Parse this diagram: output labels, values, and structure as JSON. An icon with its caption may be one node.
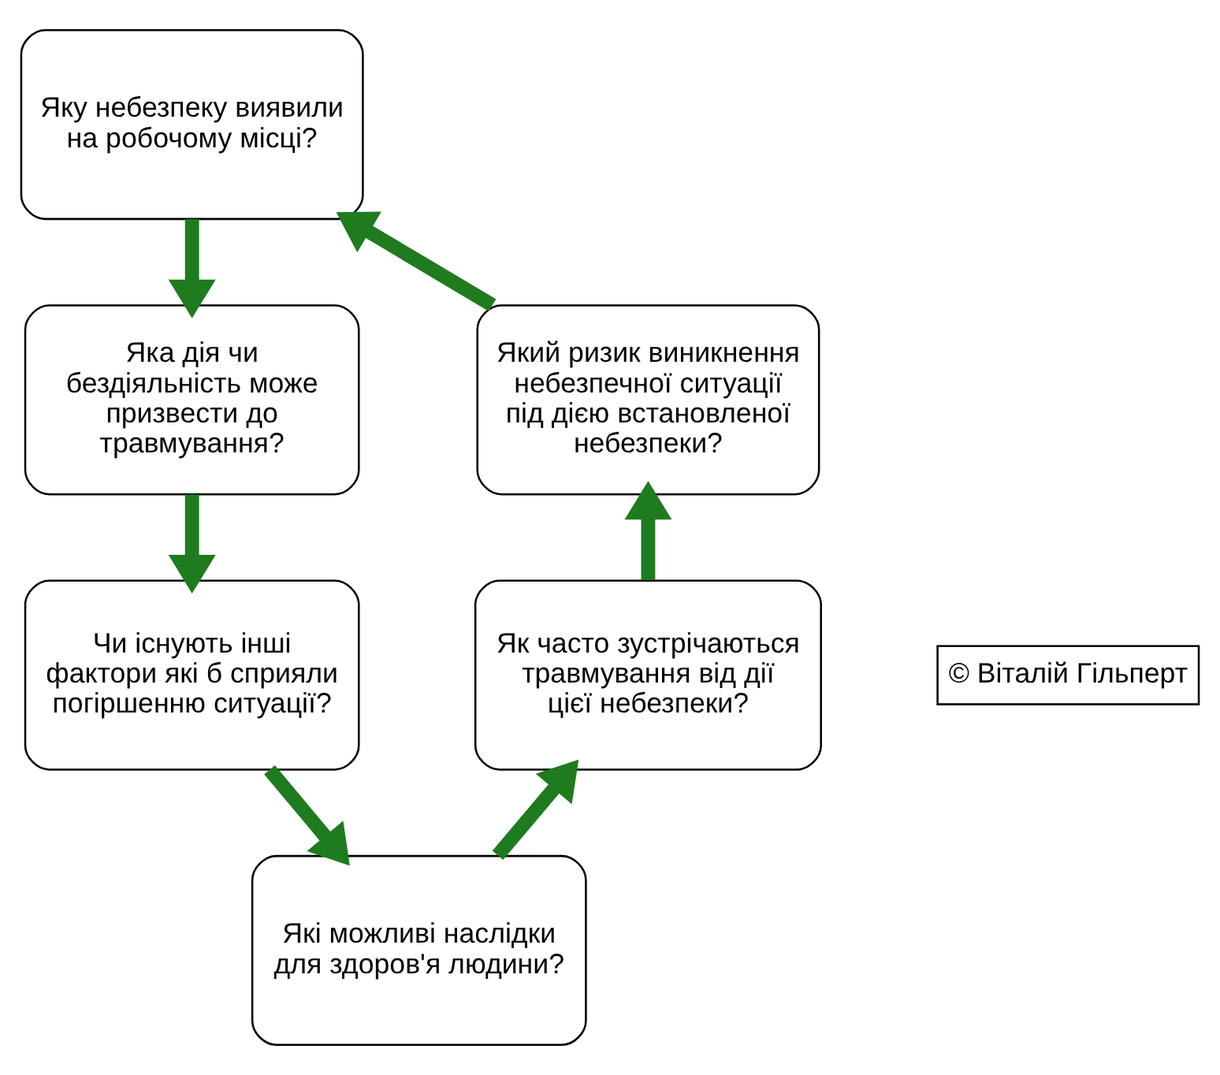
{
  "diagram": {
    "nodes": [
      {
        "text": [
          "Яку небезпеку виявили на робочому місці?"
        ]
      },
      {
        "text": [
          "Яка дія чи бездіяльність може призвести до травмування?"
        ]
      },
      {
        "text": [
          "Чи існують інші фактори які б сприяли погіршенню ситуації?"
        ]
      },
      {
        "text": [
          "Які можливі наслідки для здоров'я людини?"
        ]
      },
      {
        "text": [
          "Як часто зустрічаються травмування від дії цієї небезпеки?"
        ]
      },
      {
        "text": [
          "Який ризик виникнення небезпечної ситуації під дією встановленої небезпеки?"
        ]
      },
      {
        "text": [
          "© Віталій Гільперт"
        ]
      }
    ],
    "edges": [
      {
        "from": 0,
        "to": 1,
        "arrow": "to"
      },
      {
        "from": 1,
        "to": 2,
        "arrow": "to"
      },
      {
        "from": 2,
        "to": 3,
        "arrow": "to"
      },
      {
        "from": 3,
        "to": 4,
        "arrow": "to"
      },
      {
        "from": 4,
        "to": 5,
        "arrow": "to"
      },
      {
        "from": 5,
        "to": 0,
        "arrow": "to"
      }
    ]
  }
}
